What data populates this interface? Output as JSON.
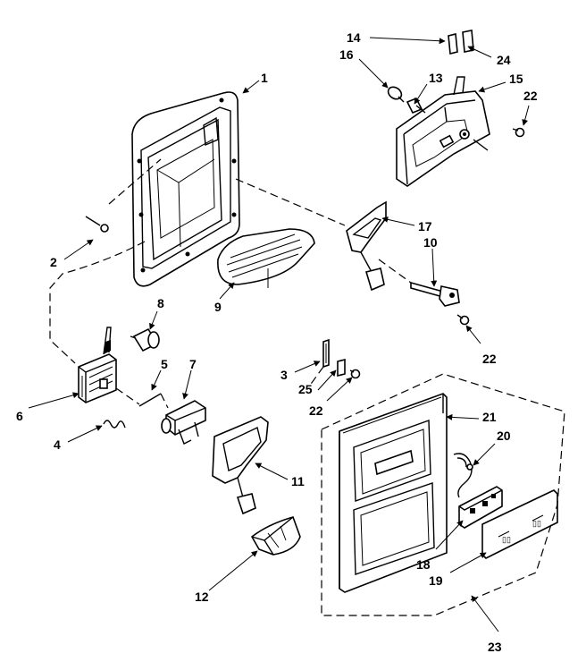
{
  "callouts": [
    {
      "id": "c1",
      "text": "1"
    },
    {
      "id": "c2",
      "text": "2"
    },
    {
      "id": "c3",
      "text": "3"
    },
    {
      "id": "c4",
      "text": "4"
    },
    {
      "id": "c5",
      "text": "5"
    },
    {
      "id": "c6",
      "text": "6"
    },
    {
      "id": "c7",
      "text": "7"
    },
    {
      "id": "c8",
      "text": "8"
    },
    {
      "id": "c9",
      "text": "9"
    },
    {
      "id": "c10",
      "text": "10"
    },
    {
      "id": "c11",
      "text": "11"
    },
    {
      "id": "c12",
      "text": "12"
    },
    {
      "id": "c13",
      "text": "13"
    },
    {
      "id": "c14",
      "text": "14"
    },
    {
      "id": "c15",
      "text": "15"
    },
    {
      "id": "c16",
      "text": "16"
    },
    {
      "id": "c17",
      "text": "17"
    },
    {
      "id": "c18",
      "text": "18"
    },
    {
      "id": "c19",
      "text": "19"
    },
    {
      "id": "c20",
      "text": "20"
    },
    {
      "id": "c21",
      "text": "21"
    },
    {
      "id": "c22a",
      "text": "22"
    },
    {
      "id": "c22b",
      "text": "22"
    },
    {
      "id": "c22c",
      "text": "22"
    },
    {
      "id": "c23",
      "text": "23"
    },
    {
      "id": "c24",
      "text": "24"
    },
    {
      "id": "c25",
      "text": "25"
    }
  ]
}
